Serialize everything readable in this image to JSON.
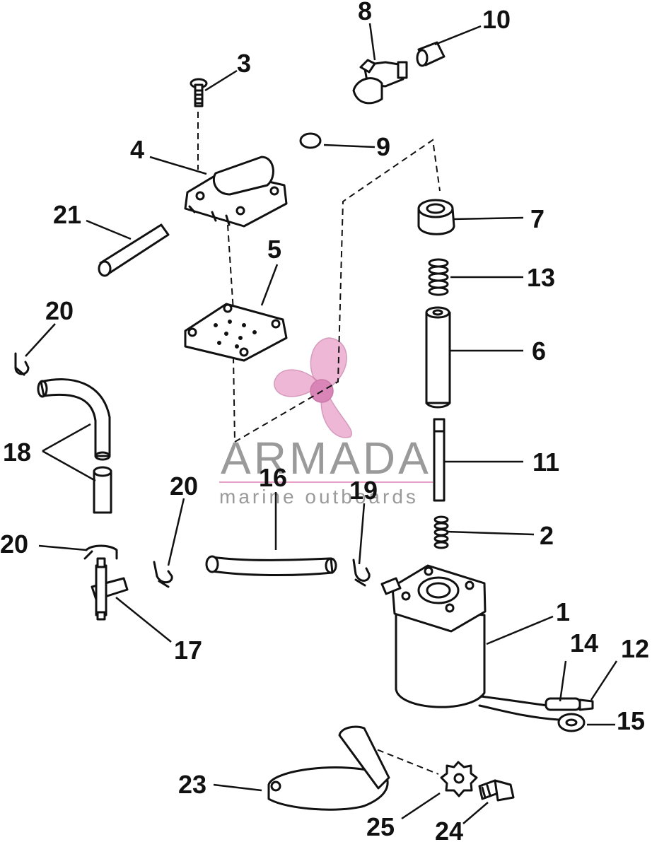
{
  "watermark": {
    "brand": "ARMADA",
    "tagline": "marine outboards",
    "logo_color": "#e9a0c8"
  },
  "callouts": {
    "c1": "1",
    "c2": "2",
    "c3": "3",
    "c4": "4",
    "c5": "5",
    "c6": "6",
    "c7": "7",
    "c8": "8",
    "c9": "9",
    "c10": "10",
    "c11": "11",
    "c12": "12",
    "c13": "13",
    "c14": "14",
    "c15": "15",
    "c16": "16",
    "c17": "17",
    "c18": "18",
    "c19": "19",
    "c20a": "20",
    "c20b": "20",
    "c20c": "20",
    "c21": "21",
    "c23": "23",
    "c24": "24",
    "c25": "25"
  }
}
